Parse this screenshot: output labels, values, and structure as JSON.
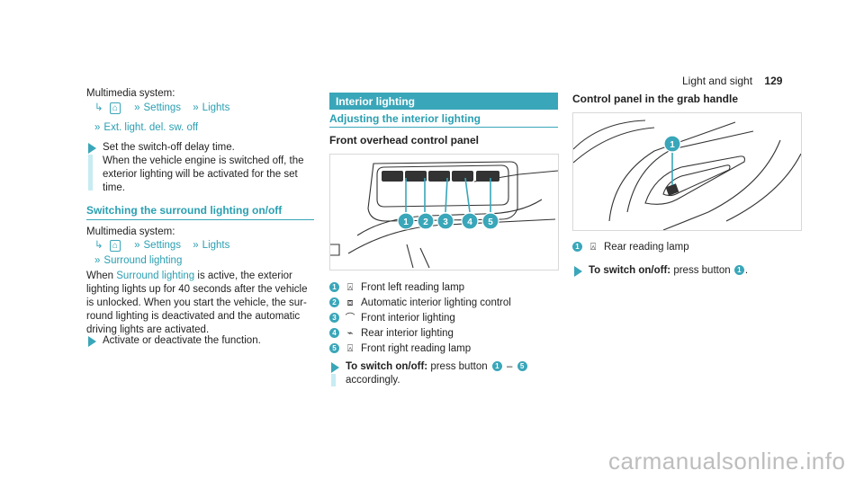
{
  "left": {
    "multimedia1": "Multimedia system:",
    "nav1": {
      "home_icon": "⌂",
      "settings": "Settings",
      "lights": "Lights",
      "ext": "Ext. light. del. sw. off"
    },
    "step1": [
      "Set the switch-off delay time.",
      "When the vehicle engine is switched off, the",
      "exterior lighting will be activated for the set",
      "time."
    ],
    "section_title": "Switching the surround lighting on/off",
    "multimedia2": "Multimedia system:",
    "nav2": {
      "settings": "Settings",
      "lights": "Lights",
      "surround": "Surround lighting"
    },
    "para": {
      "line1_a": "When ",
      "line1_link": "Surround lighting",
      "line1_b": " is active, the exterior",
      "line2": "lighting lights up for 40 seconds after the vehicle",
      "line3": "is unlocked. When you start the vehicle, the sur-",
      "line4": "round lighting is deactivated and the automatic",
      "line5": "driving lights are activated."
    },
    "step2": "Activate or deactivate the function."
  },
  "middle": {
    "header_bar": "Interior lighting",
    "subheading": "Adjusting the interior lighting",
    "panel_title": "Front overhead control panel",
    "callouts": [
      "1",
      "2",
      "3",
      "4",
      "5"
    ],
    "legend": [
      {
        "num": "1",
        "icon": "reading-lamp",
        "glyph": "⍓",
        "text": "Front left reading lamp"
      },
      {
        "num": "2",
        "icon": "auto-light",
        "glyph": "⧈",
        "text": "Automatic interior lighting control"
      },
      {
        "num": "3",
        "icon": "front-interior",
        "glyph": "⌒",
        "text": "Front interior lighting"
      },
      {
        "num": "4",
        "icon": "rear-interior",
        "glyph": "⌁",
        "text": "Rear interior lighting"
      },
      {
        "num": "5",
        "icon": "reading-lamp",
        "glyph": "⍓",
        "text": "Front right reading lamp"
      }
    ],
    "step_label": "To switch on/off:",
    "step_text": " press button ",
    "step_range_start": "1",
    "step_range_sep": " – ",
    "step_range_end": "5",
    "step_line2": "accordingly."
  },
  "right": {
    "page_header": "Light and sight",
    "page_number": "129",
    "panel_title": "Control panel in the grab handle",
    "callout": "1",
    "legend": {
      "num": "1",
      "glyph": "⍓",
      "text": "Rear reading lamp"
    },
    "step_label": "To switch on/off:",
    "step_text": " press button ",
    "step_num": "1",
    "step_end": "."
  },
  "watermark": "carmanualsonline.info",
  "colors": {
    "accent": "#3aa6b9",
    "link": "#2a9fb1",
    "bar": "#c7ecf2"
  }
}
